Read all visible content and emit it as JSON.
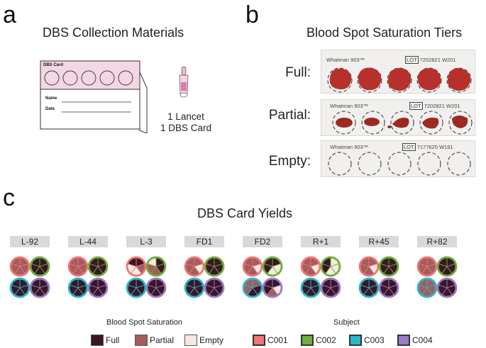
{
  "panel_a": {
    "letter": "a",
    "title": "DBS Collection Materials",
    "card": {
      "header": "DBS Card",
      "name_label": "Name",
      "date_label": "Date"
    },
    "kit_line1": "1 Lancet",
    "kit_line2": "1 DBS Card"
  },
  "panel_b": {
    "letter": "b",
    "title": "Blood Spot Saturation Tiers",
    "tiers": [
      {
        "label": "Full:",
        "brand": "Whatman 903™",
        "lot_tag": "LOT",
        "lot_number": "7202821 W201",
        "fills": [
          "full",
          "full",
          "full",
          "full",
          "full"
        ]
      },
      {
        "label": "Partial:",
        "brand": "Whatman 903™",
        "lot_tag": "LOT",
        "lot_number": "7202821 W201",
        "fills": [
          "partial",
          "partial",
          "partial",
          "partial",
          "partial"
        ]
      },
      {
        "label": "Empty:",
        "brand": "Whatman 903™",
        "lot_tag": "LOT",
        "lot_number": "7177620 W191",
        "fills": [
          "empty",
          "empty",
          "empty",
          "empty",
          "empty"
        ]
      }
    ]
  },
  "panel_c": {
    "letter": "c",
    "title": "DBS Card Yields",
    "timepoints": [
      {
        "label": "L-92",
        "C001": [
          "P",
          "P",
          "P",
          "P",
          "P"
        ],
        "C002": [
          "F",
          "F",
          "F",
          "F",
          "F"
        ],
        "C003": [
          "F",
          "F",
          "F",
          "F",
          "F"
        ],
        "C004": [
          "F",
          "F",
          "F",
          "F",
          "F"
        ]
      },
      {
        "label": "L-44",
        "C001": [
          "P",
          "P",
          "P",
          "P",
          "P"
        ],
        "C002": [
          "F",
          "F",
          "F",
          "F",
          "F"
        ],
        "C003": [
          "F",
          "F",
          "F",
          "F",
          "F"
        ],
        "C004": [
          "F",
          "F",
          "F",
          "F",
          "F"
        ]
      },
      {
        "label": "L-3",
        "C001": [
          "F",
          "P",
          "E",
          "E",
          "F"
        ],
        "C002": [
          "F",
          "F",
          "P",
          "P",
          "E"
        ],
        "C003": [
          "F",
          "F",
          "F",
          "F",
          "F"
        ],
        "C004": [
          "F",
          "F",
          "F",
          "F",
          "F"
        ]
      },
      {
        "label": "FD1",
        "C001": [
          "P",
          "E",
          "P",
          "P",
          "P"
        ],
        "C002": [
          "F",
          "F",
          "F",
          "F",
          "F"
        ],
        "C003": [
          "F",
          "F",
          "F",
          "F",
          "F"
        ],
        "C004": [
          "F",
          "F",
          "F",
          "F",
          "F"
        ]
      },
      {
        "label": "FD2",
        "C001": [
          "P",
          "E",
          "P",
          "P",
          "P"
        ],
        "C002": [
          "F",
          "E",
          "E",
          "F",
          "F"
        ],
        "C003": [
          "P",
          "F",
          "F",
          "P",
          "P"
        ],
        "C004": [
          "F",
          "E",
          "P",
          "F",
          "F"
        ]
      },
      {
        "label": "R+1",
        "C001": [
          "P",
          "E",
          "P",
          "P",
          "P"
        ],
        "C002": [
          "E",
          "E",
          "E",
          "F",
          "F"
        ],
        "C003": [
          "F",
          "F",
          "F",
          "F",
          "F"
        ],
        "C004": [
          "F",
          "F",
          "F",
          "F",
          "F"
        ]
      },
      {
        "label": "R+45",
        "C001": [
          "P",
          "E",
          "P",
          "P",
          "P"
        ],
        "C002": [
          "F",
          "F",
          "F",
          "F",
          "F"
        ],
        "C003": [
          "F",
          "F",
          "F",
          "F",
          "F"
        ],
        "C004": [
          "F",
          "F",
          "F",
          "F",
          "F"
        ]
      },
      {
        "label": "R+82",
        "C001": [
          "P",
          "P",
          "P",
          "P",
          "P"
        ],
        "C002": [
          "F",
          "F",
          "F",
          "F",
          "F"
        ],
        "C003": [
          "P",
          "P",
          "P",
          "P",
          "P"
        ],
        "C004": [
          "F",
          "F",
          "F",
          "F",
          "F"
        ]
      }
    ],
    "legend": {
      "saturation_title": "Blood Spot Saturation",
      "saturation": [
        {
          "label": "Full",
          "color": "#3a1626"
        },
        {
          "label": "Partial",
          "color": "#a35d5d"
        },
        {
          "label": "Empty",
          "color": "#f6e9e3"
        }
      ],
      "subject_title": "Subject",
      "subjects": [
        {
          "label": "C001",
          "color": "#f07575"
        },
        {
          "label": "C002",
          "color": "#6fae3e"
        },
        {
          "label": "C003",
          "color": "#2ab7c8"
        },
        {
          "label": "C004",
          "color": "#9b7bc2"
        }
      ]
    }
  }
}
